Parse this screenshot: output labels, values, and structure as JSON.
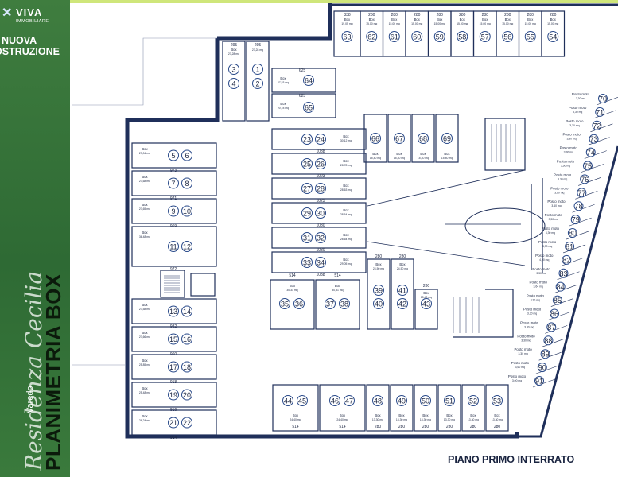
{
  "brand": {
    "name": "VIVA",
    "sub": "IMMOBILIARE",
    "nuova": "NUOVA",
    "costruzione": "COSTRUZIONE"
  },
  "title": {
    "main": "PLANIMETRIA BOX",
    "residenza": "Residenza Cecilia",
    "town": "Varedo"
  },
  "floor_label": "PIANO PRIMO INTERRATO",
  "colors": {
    "green": "#3f7d3f",
    "lime": "#cfe67a",
    "line": "#1f2f5a",
    "circle": "#2a4a8a"
  },
  "boxes_top": [
    {
      "n": "63",
      "w": "338",
      "area": "19,05 mq"
    },
    {
      "n": "62",
      "w": "280",
      "area": "15,00 mq"
    },
    {
      "n": "61",
      "w": "280",
      "area": "15,00 mq"
    },
    {
      "n": "60",
      "w": "280",
      "area": "15,00 mq"
    },
    {
      "n": "59",
      "w": "280",
      "area": "15,00 mq"
    },
    {
      "n": "58",
      "w": "280",
      "area": "15,00 mq"
    },
    {
      "n": "57",
      "w": "280",
      "area": "15,00 mq"
    },
    {
      "n": "56",
      "w": "280",
      "area": "15,00 mq"
    },
    {
      "n": "55",
      "w": "280",
      "area": "15,00 mq"
    },
    {
      "n": "54",
      "w": "280",
      "area": "15,00 mq"
    }
  ],
  "boxes_left": [
    {
      "a": "5",
      "b": "6",
      "area": "29,04 mq",
      "w": "973"
    },
    {
      "a": "7",
      "b": "8",
      "area": "27,68 mq",
      "w": "971"
    },
    {
      "a": "9",
      "b": "10",
      "area": "27,65 mq",
      "w": "969"
    },
    {
      "a": "11",
      "b": "12",
      "area": "36,48 mq",
      "w": "972"
    },
    {
      "a": "13",
      "b": "14",
      "area": "27,58 mq",
      "w": "982"
    },
    {
      "a": "15",
      "b": "16",
      "area": "27,66 mq",
      "w": "960"
    },
    {
      "a": "17",
      "b": "18",
      "area": "25,85 mq",
      "w": "918"
    },
    {
      "a": "19",
      "b": "20",
      "area": "25,48 mq",
      "w": "916"
    },
    {
      "a": "21",
      "b": "22",
      "area": "26,24 mq",
      "w": "914"
    }
  ],
  "boxes_center": [
    {
      "a": "23",
      "b": "24",
      "area": "30,12 mq",
      "w": "1038"
    },
    {
      "a": "25",
      "b": "26",
      "area": "28,78 mq",
      "w": "1023"
    },
    {
      "a": "27",
      "b": "28",
      "area": "28,63 mq",
      "w": "1023"
    },
    {
      "a": "29",
      "b": "30",
      "area": "28,64 mq",
      "w": "1030"
    },
    {
      "a": "31",
      "b": "32",
      "area": "28,64 mq",
      "w": "1030"
    },
    {
      "a": "33",
      "b": "34",
      "area": "29,05 mq",
      "w": "1038"
    }
  ],
  "boxes_upper": [
    {
      "a": "3",
      "b": "4",
      "area": "27,28 mq",
      "w": "295"
    },
    {
      "a": "1",
      "b": "2",
      "area": "27,28 mq",
      "w": "295"
    },
    {
      "n": "64",
      "area": "27,53 mq",
      "w": "625"
    },
    {
      "n": "65",
      "area": "20,78 mq",
      "w": "625"
    }
  ],
  "boxes_mid": [
    {
      "n": "66",
      "area": "15,40 mq"
    },
    {
      "n": "67",
      "area": "15,40 mq"
    },
    {
      "n": "68",
      "area": "15,40 mq"
    },
    {
      "n": "69",
      "area": "15,40 mq"
    }
  ],
  "boxes_lower_mid": [
    {
      "a": "35",
      "b": "36",
      "area": "30,31 mq",
      "w": "514"
    },
    {
      "a": "37",
      "b": "38",
      "area": "30,31 mq",
      "w": "514"
    },
    {
      "a": "39",
      "b": "40",
      "area": "24,50 mq",
      "w": "280"
    },
    {
      "a": "41",
      "b": "42",
      "area": "24,50 mq",
      "w": "280"
    },
    {
      "n": "43",
      "area": "15,40 mq",
      "w": "280"
    }
  ],
  "boxes_bottom": [
    {
      "a": "44",
      "b": "45",
      "area": "24,40 mq",
      "w": "514"
    },
    {
      "a": "46",
      "b": "47",
      "area": "24,40 mq",
      "w": "514"
    },
    {
      "n": "48",
      "area": "13,30 mq",
      "w": "280"
    },
    {
      "n": "49",
      "area": "13,30 mq",
      "w": "280"
    },
    {
      "n": "50",
      "area": "13,30 mq",
      "w": "280"
    },
    {
      "n": "51",
      "area": "13,30 mq",
      "w": "280"
    },
    {
      "n": "52",
      "area": "13,30 mq",
      "w": "280"
    },
    {
      "n": "53",
      "area": "13,30 mq",
      "w": "280"
    }
  ],
  "moto": [
    {
      "n": "70",
      "area": "3,30 mq"
    },
    {
      "n": "71",
      "area": "3,30 mq"
    },
    {
      "n": "72",
      "area": "3,30 mq"
    },
    {
      "n": "73",
      "area": "3,30 mq"
    },
    {
      "n": "74",
      "area": "3,30 mq"
    },
    {
      "n": "75",
      "area": "3,30 mq"
    },
    {
      "n": "76",
      "area": "3,30 mq"
    },
    {
      "n": "77",
      "area": "3,60 mq"
    },
    {
      "n": "78",
      "area": "3,60 mq"
    },
    {
      "n": "79",
      "area": "3,30 mq"
    },
    {
      "n": "80",
      "area": "3,30 mq"
    },
    {
      "n": "81",
      "area": "3,30 mq"
    },
    {
      "n": "82",
      "area": "4,00 mq"
    },
    {
      "n": "83",
      "area": "3,30 mq"
    },
    {
      "n": "84",
      "area": "3,64 mq"
    },
    {
      "n": "85",
      "area": "3,30 mq"
    },
    {
      "n": "86",
      "area": "3,30 mq"
    },
    {
      "n": "87",
      "area": "3,30 mq"
    },
    {
      "n": "88",
      "area": "3,30 mq"
    },
    {
      "n": "89",
      "area": "3,30 mq"
    },
    {
      "n": "90",
      "area": "3,60 mq"
    },
    {
      "n": "91",
      "area": "3,00 mq"
    }
  ],
  "moto_label": "Posto moto",
  "box_label": "Box"
}
